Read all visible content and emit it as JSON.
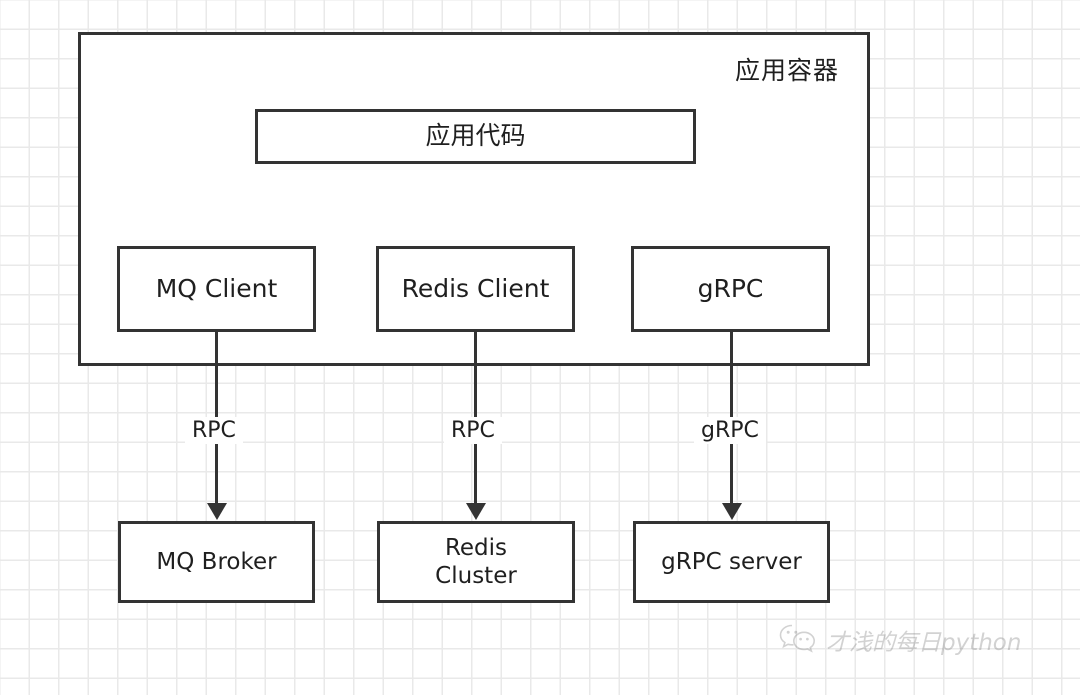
{
  "diagram": {
    "container": {
      "title": "应用容器"
    },
    "app_code": {
      "label": "应用代码"
    },
    "clients": [
      {
        "id": "mq-client",
        "label": "MQ Client"
      },
      {
        "id": "redis-client",
        "label": "Redis Client"
      },
      {
        "id": "grpc-client",
        "label": "gRPC"
      }
    ],
    "backends": [
      {
        "id": "mq-broker",
        "label": "MQ Broker"
      },
      {
        "id": "redis-cluster",
        "label": "Redis\nCluster"
      },
      {
        "id": "grpc-server",
        "label": "gRPC server"
      }
    ],
    "edges": [
      {
        "id": "mq-edge",
        "label": "RPC",
        "from": "mq-client",
        "to": "mq-broker"
      },
      {
        "id": "redis-edge",
        "label": "RPC",
        "from": "redis-client",
        "to": "redis-cluster"
      },
      {
        "id": "grpc-edge",
        "label": "gRPC",
        "from": "grpc-client",
        "to": "grpc-server"
      }
    ]
  },
  "watermark": {
    "text": "才浅的每日python",
    "icon": "wechat-logo"
  },
  "colors": {
    "stroke": "#333333",
    "text": "#1f1f1f",
    "background": "#ffffff",
    "grid": "#e9e9e9"
  }
}
